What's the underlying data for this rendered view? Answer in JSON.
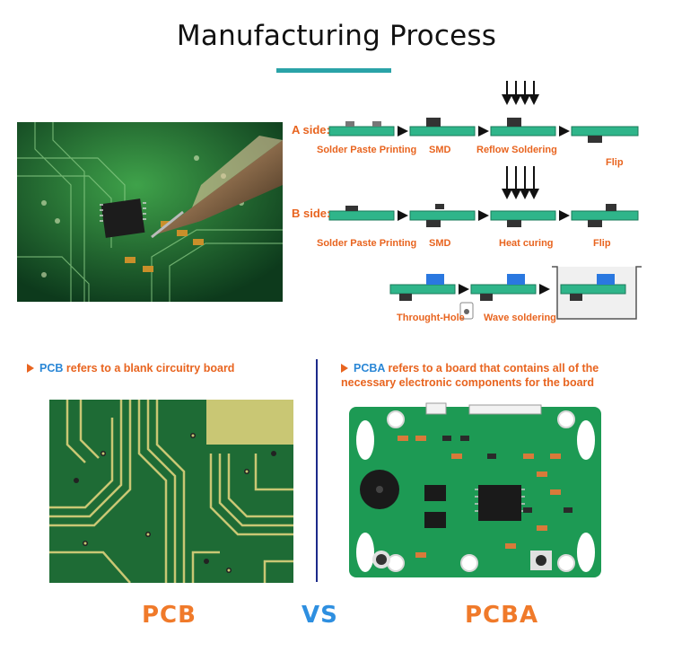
{
  "title": "Manufacturing Process",
  "process": {
    "a_side_label": "A side:",
    "b_side_label": "B side:",
    "a_steps": [
      "Solder Paste Printing",
      "SMD",
      "Reflow Soldering",
      "Flip"
    ],
    "b_steps": [
      "Solder Paste Printing",
      "SMD",
      "Heat curing",
      "Flip"
    ],
    "c_steps": [
      "Throught-Hole",
      "Wave soldering"
    ]
  },
  "comparison": {
    "pcb_name": "PCB",
    "pcb_desc": " refers to a blank circuitry board",
    "pcba_name": "PCBA",
    "pcba_desc": " refers to a board that contains all of the necessary electronic components for the board",
    "pcb_big": "PCB",
    "vs": "VS",
    "pcba_big": "PCBA"
  },
  "colors": {
    "accent_teal": "#2aa3a8",
    "label_orange": "#e8641f",
    "highlight_blue": "#2a87d6",
    "board_green": "#2fb58a"
  }
}
